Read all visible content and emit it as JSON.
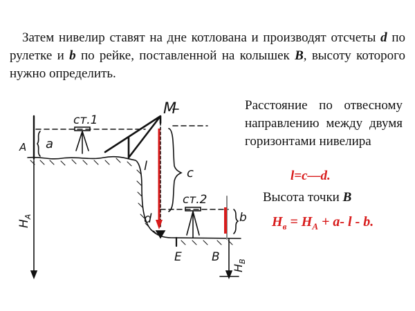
{
  "intro": {
    "part1": "Затем нивелир ставят на дне котлована и производят отсчеты ",
    "var_d": "d",
    "part2": " по рулетке и ",
    "var_b": "b",
    "part3": " по рейке, поставленной на колышек ",
    "var_B": "B",
    "part4": ", высоту которого нужно определить."
  },
  "side": {
    "text": "Расстояние по отвесному направлению между двумя горизонтами нивелира",
    "formula": "l=c—d.",
    "height_prefix": "Высота точки ",
    "height_var": "B",
    "formula2": {
      "h1": "H",
      "sub1": "в",
      "eq": " = H",
      "sub2": "A",
      "rest": " + a- l - b."
    }
  },
  "diagram": {
    "labels": {
      "A": "A",
      "a": "a",
      "st1": "ст.1",
      "M": "M",
      "l": "l",
      "c": "c",
      "st2": "ст.2",
      "d": "d",
      "b": "b",
      "E": "E",
      "B": "B",
      "HA_main": "H",
      "HA_sub": "A",
      "HB_main": "H",
      "HB_sub": "B"
    },
    "colors": {
      "red": "#d81b1b",
      "ink": "#111111"
    }
  }
}
